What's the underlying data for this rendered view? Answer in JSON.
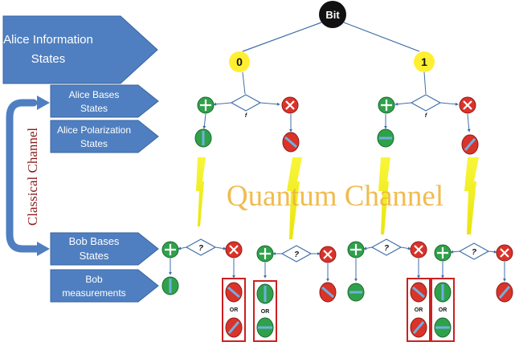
{
  "root_label": "Bit",
  "bit_values": [
    "0",
    "1"
  ],
  "qmark": "?",
  "or_label": "OR",
  "left_labels": {
    "alice_info": [
      "Alice Information",
      "States"
    ],
    "alice_bases": [
      "Alice Bases",
      "States"
    ],
    "alice_polarization": [
      "Alice Polarization",
      "States"
    ],
    "bob_bases": [
      "Bob Bases",
      "States"
    ],
    "bob_measurements": [
      "Bob",
      "measurements"
    ]
  },
  "classical_channel": "Classical Channel",
  "quantum_channel": "Quantum Channel",
  "colors": {
    "arrow_box": "#4f7fc0",
    "rect_basis": "#2fa14a",
    "diag_basis": "#d9332a",
    "highlight": "#ffef33",
    "beam": "#f4f20e",
    "or_box": "#cc2020"
  }
}
